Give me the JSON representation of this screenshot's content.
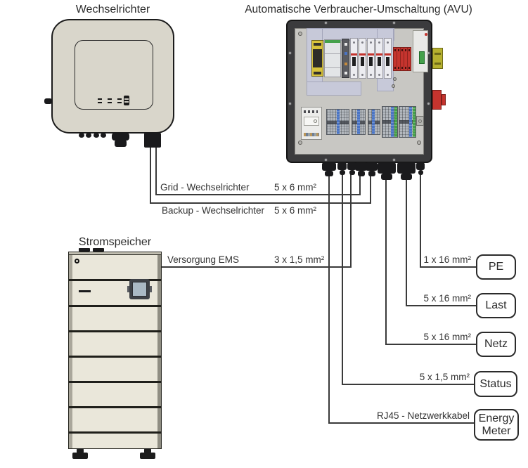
{
  "colors": {
    "line": "#3a3a3a",
    "text": "#333333",
    "inverter_body": "#d9d6cb",
    "avu_frame": "#3b3b3d",
    "avu_panel": "#c8c7c3",
    "din_plate": "#c7c9d9",
    "accent_red": "#c5342e",
    "accent_yellow": "#d8c33c",
    "accent_green": "#45a14b",
    "accent_blue": "#4a74c4",
    "battery_body": "#eae7da",
    "connector_black": "#1a1a1c",
    "box_border": "#2b2b2b"
  },
  "titles": {
    "inverter": "Wechselrichter",
    "avu": "Automatische Verbraucher-Umschaltung (AVU)",
    "battery": "Stromspeicher"
  },
  "cables": {
    "grid": {
      "label": "Grid - Wechselrichter",
      "spec": "5 x 6 mm²"
    },
    "backup": {
      "label": "Backup - Wechselrichter",
      "spec": "5 x 6 mm²"
    },
    "ems": {
      "label": "Versorgung EMS",
      "spec": "3 x 1,5 mm²"
    },
    "pe": {
      "spec": "1 x 16 mm²"
    },
    "last": {
      "spec": "5 x 16 mm²"
    },
    "netz": {
      "spec": "5 x 16 mm²"
    },
    "status": {
      "spec": "5 x 1,5 mm²"
    },
    "energy": {
      "label": "RJ45 - Netzwerkkabel"
    }
  },
  "endpoints": {
    "pe": "PE",
    "last": "Last",
    "netz": "Netz",
    "status": "Status",
    "energy_line1": "Energy",
    "energy_line2": "Meter"
  }
}
